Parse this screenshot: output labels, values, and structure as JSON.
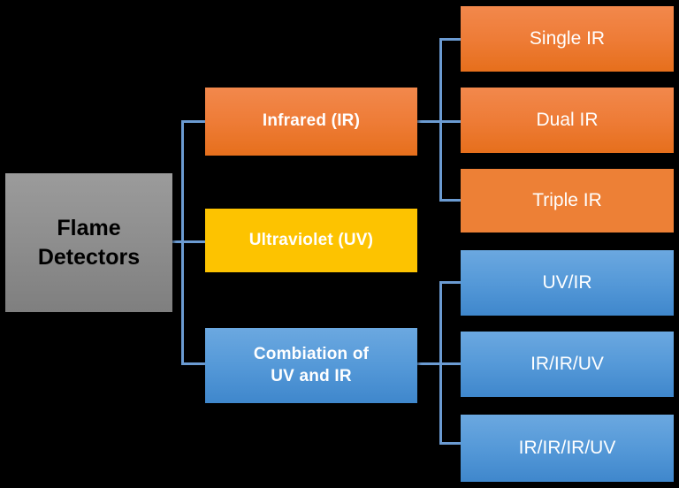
{
  "diagram": {
    "title": "Flame Detectors classification tree",
    "type": "hierarchy-tree",
    "background_color": "#000000",
    "connector_color": "#6b9bd2",
    "root": {
      "label": "Flame\nDetectors",
      "color": "#8f8f8f",
      "text_color": "#000000"
    },
    "branches": [
      {
        "id": "infrared",
        "label": "Infrared (IR)",
        "color": "#ee7c37",
        "text_color": "#ffffff",
        "children": [
          {
            "id": "single-ir",
            "label": "Single IR",
            "color": "#ee7c37",
            "text_color": "#ffffff"
          },
          {
            "id": "dual-ir",
            "label": "Dual IR",
            "color": "#ee7c37",
            "text_color": "#ffffff"
          },
          {
            "id": "triple-ir",
            "label": "Triple IR",
            "color": "#ed8036",
            "text_color": "#ffffff"
          }
        ]
      },
      {
        "id": "ultraviolet",
        "label": "Ultraviolet (UV)",
        "color": "#fdc300",
        "text_color": "#ffffff",
        "children": []
      },
      {
        "id": "combination",
        "label": "Combiation of\nUV and IR",
        "color": "#5599d8",
        "text_color": "#ffffff",
        "children": [
          {
            "id": "uv-ir",
            "label": "UV/IR",
            "color": "#5599d8",
            "text_color": "#ffffff"
          },
          {
            "id": "ir-ir-uv",
            "label": "IR/IR/UV",
            "color": "#5599d8",
            "text_color": "#ffffff"
          },
          {
            "id": "ir-ir-ir-uv",
            "label": "IR/IR/IR/UV",
            "color": "#5599d8",
            "text_color": "#ffffff"
          }
        ]
      }
    ]
  }
}
